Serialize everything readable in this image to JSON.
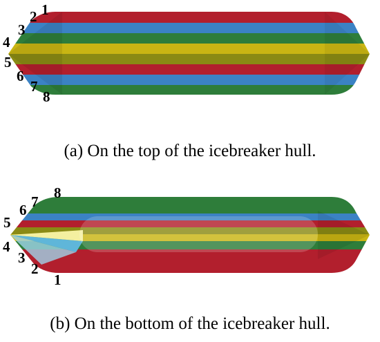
{
  "figure": {
    "panel_top": {
      "caption": "(a) On the top of the icebreaker hull.",
      "labels": [
        "1",
        "2",
        "3",
        "4",
        "5",
        "6",
        "7",
        "8"
      ]
    },
    "panel_bottom": {
      "caption": "(b) On the bottom of the icebreaker hull.",
      "labels": [
        "1",
        "2",
        "3",
        "4",
        "5",
        "6",
        "7",
        "8"
      ]
    },
    "colors": {
      "red": "#b21f2d",
      "blue": "#3b82c4",
      "green": "#2e7d3a",
      "olive": "#8a8a14",
      "yellow": "#c9b513",
      "cyan": "#5fb6d9",
      "light_yellow": "#f4f0a0"
    }
  }
}
